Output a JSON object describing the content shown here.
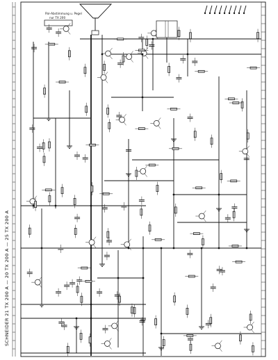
{
  "title_vertical": "SCHNEIDER   21 TX 200   A   —   20 TX 200   A   —   25 TX 200   A",
  "header_note_line1": "Pal–Abstimmung u. Pegel",
  "header_note_line2": "nur TX 200",
  "colors": {
    "ink": "#111111",
    "paper": "#ffffff"
  },
  "icons": [
    "crt-tube-icon",
    "ground-symbol-icon",
    "transformer-icon"
  ]
}
